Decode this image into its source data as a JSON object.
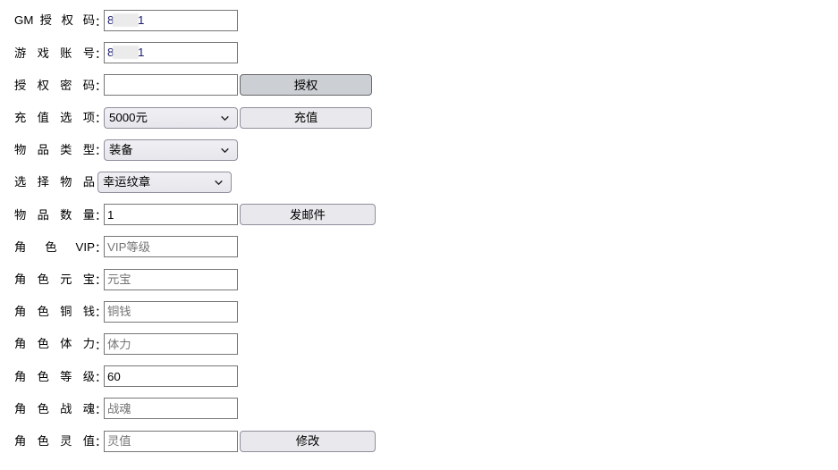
{
  "page": {
    "background_color": "#ffffff",
    "accent_button_color": "#e9e9ed",
    "active_button_color": "#ccd0d4",
    "input_border_color": "#767676",
    "placeholder_color": "#757575"
  },
  "rows": [
    {
      "label": "GM 授 权 码",
      "colon": "：",
      "control": "redacted-input",
      "value_left": "8",
      "value_right": "1",
      "name": "gm-auth-code"
    },
    {
      "label": "游 戏 账 号",
      "colon": "：",
      "control": "redacted-input",
      "value_left": "8",
      "value_right": "1",
      "name": "game-account"
    },
    {
      "label": "授 权 密 码",
      "colon": "：",
      "control": "input",
      "value": "",
      "placeholder": "",
      "button": "授权",
      "button_width": 148,
      "button_state": "pressed",
      "name": "auth-password"
    },
    {
      "label": "充 值 选 项",
      "colon": "：",
      "control": "select",
      "value": "5000元",
      "button": "充值",
      "button_width": 148,
      "button_state": "normal",
      "name": "recharge-option"
    },
    {
      "label": "物 品 类 型",
      "colon": "：",
      "control": "select",
      "value": "装备",
      "name": "item-type"
    },
    {
      "label": "选  择  物  品",
      "colon": "",
      "control": "select",
      "value": "幸运纹章",
      "name": "item-select"
    },
    {
      "label": "物 品 数 量",
      "colon": "：",
      "control": "input",
      "value": "1",
      "placeholder": "",
      "button": "发邮件",
      "button_width": 152,
      "button_state": "normal",
      "name": "item-quantity"
    },
    {
      "label": "角   色   VIP",
      "colon": "：",
      "control": "input",
      "value": "",
      "placeholder": "VIP等级",
      "name": "role-vip"
    },
    {
      "label": "角 色 元 宝",
      "colon": "：",
      "control": "input",
      "value": "",
      "placeholder": "元宝",
      "name": "role-gold-ingot"
    },
    {
      "label": "角 色 铜 钱",
      "colon": "：",
      "control": "input",
      "value": "",
      "placeholder": "铜钱",
      "name": "role-copper-coin"
    },
    {
      "label": "角 色 体 力",
      "colon": "：",
      "control": "input",
      "value": "",
      "placeholder": "体力",
      "name": "role-stamina"
    },
    {
      "label": "角 色 等 级",
      "colon": "：",
      "control": "input",
      "value": "60",
      "placeholder": "",
      "name": "role-level"
    },
    {
      "label": "角 色 战 魂",
      "colon": "：",
      "control": "input",
      "value": "",
      "placeholder": "战魂",
      "name": "role-battle-soul"
    },
    {
      "label": "角 色 灵 值",
      "colon": "：",
      "control": "input",
      "value": "",
      "placeholder": "灵值",
      "button": "修改",
      "button_width": 152,
      "button_state": "normal",
      "name": "role-spirit-value"
    }
  ],
  "icons": {
    "select_arrow": "chevron-down-icon"
  }
}
